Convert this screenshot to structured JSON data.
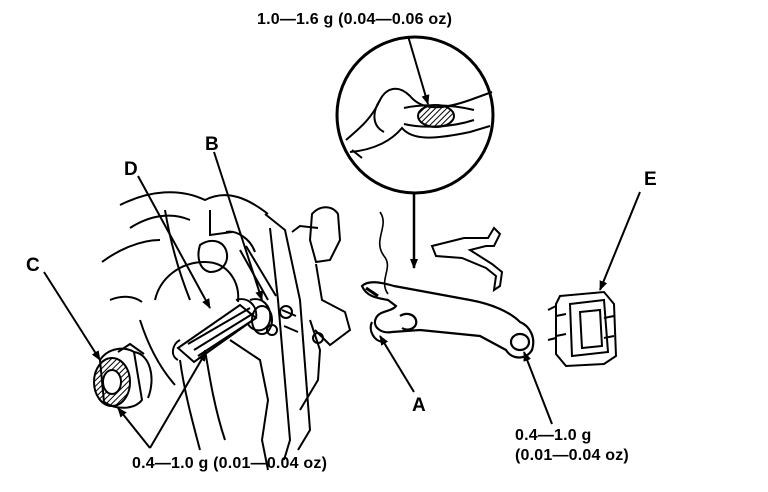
{
  "callouts": {
    "a": "A",
    "b": "B",
    "c": "C",
    "d": "D",
    "e": "E"
  },
  "specs": {
    "fork_tip_grease": "1.0—1.6 g (0.04—0.06 oz)",
    "shaft_grease": "0.4—1.0 g (0.01—0.04 oz)",
    "pivot_grease_line1": "0.4—1.0 g",
    "pivot_grease_line2": "(0.01—0.04 oz)"
  },
  "colors": {
    "ink": "#000000",
    "paper": "#ffffff"
  }
}
